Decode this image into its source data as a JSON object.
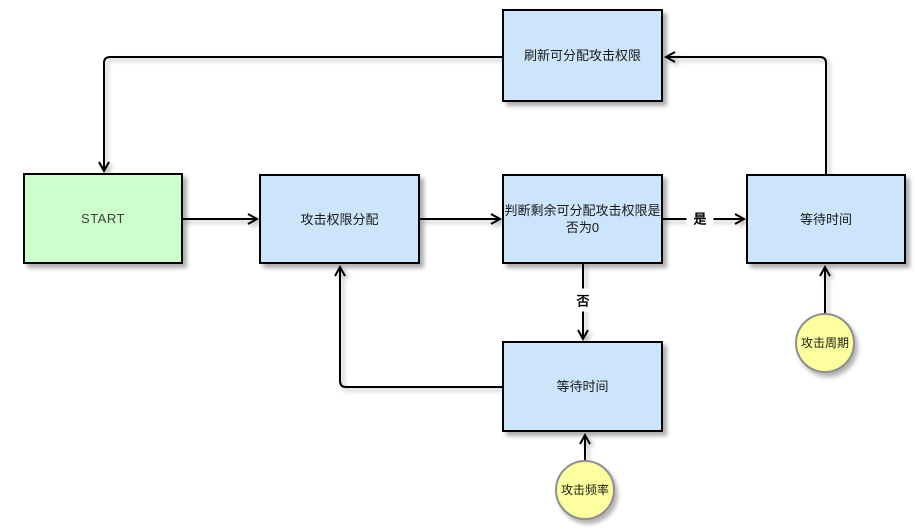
{
  "diagram": {
    "nodes": {
      "start": {
        "label": "START",
        "shape": "rectangle",
        "fill": "#ccffcc"
      },
      "allocate": {
        "label": "攻击权限分配",
        "shape": "rectangle",
        "fill": "#cce5fb"
      },
      "judge": {
        "label": "判断剩余可分配攻击权限是否为0",
        "shape": "rectangle",
        "fill": "#cce5fb"
      },
      "wait_right": {
        "label": "等待时间",
        "shape": "rectangle",
        "fill": "#cce5fb"
      },
      "refresh": {
        "label": "刷新可分配攻击权限",
        "shape": "rectangle",
        "fill": "#cce5fb"
      },
      "wait_bottom": {
        "label": "等待时间",
        "shape": "rectangle",
        "fill": "#cce5fb"
      },
      "attack_cycle": {
        "label": "攻击周期",
        "shape": "circle",
        "fill": "#fdff9e"
      },
      "attack_frequency": {
        "label": "攻击频率",
        "shape": "circle",
        "fill": "#fdff9e"
      }
    },
    "edge_labels": {
      "yes": "是",
      "no": "否"
    },
    "colors": {
      "background": "#ffffff",
      "process_fill": "#cce5fb",
      "start_fill": "#ccffcc",
      "circle_fill": "#fdff9e",
      "box_border": "#000000",
      "circle_border": "#8f8f8f",
      "connector": "#000000",
      "text": "#1a1a1a"
    }
  }
}
